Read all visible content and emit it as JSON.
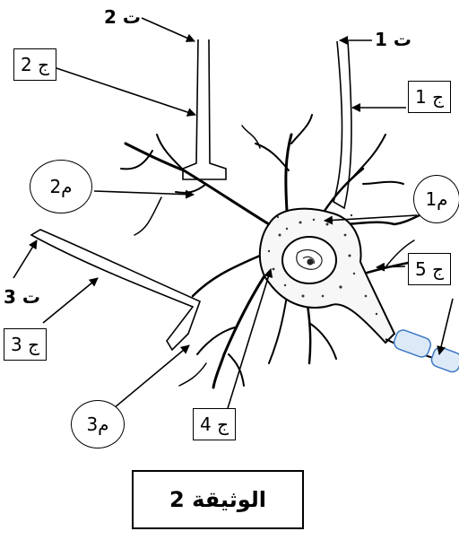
{
  "labels": {
    "t2": "ت 2",
    "j2": "ج 2",
    "t1": "ت 1",
    "j1": "ج 1",
    "m2": "م2",
    "m1": "م1",
    "j5": "ج 5",
    "t3": "ت 3",
    "j3": "ج 3",
    "m3": "م3",
    "j4": "ج 4"
  },
  "caption": "الوثيقة 2",
  "colors": {
    "ink": "#000000",
    "myelin": "#3a78c2",
    "myelin_fill": "#dce9f7"
  }
}
